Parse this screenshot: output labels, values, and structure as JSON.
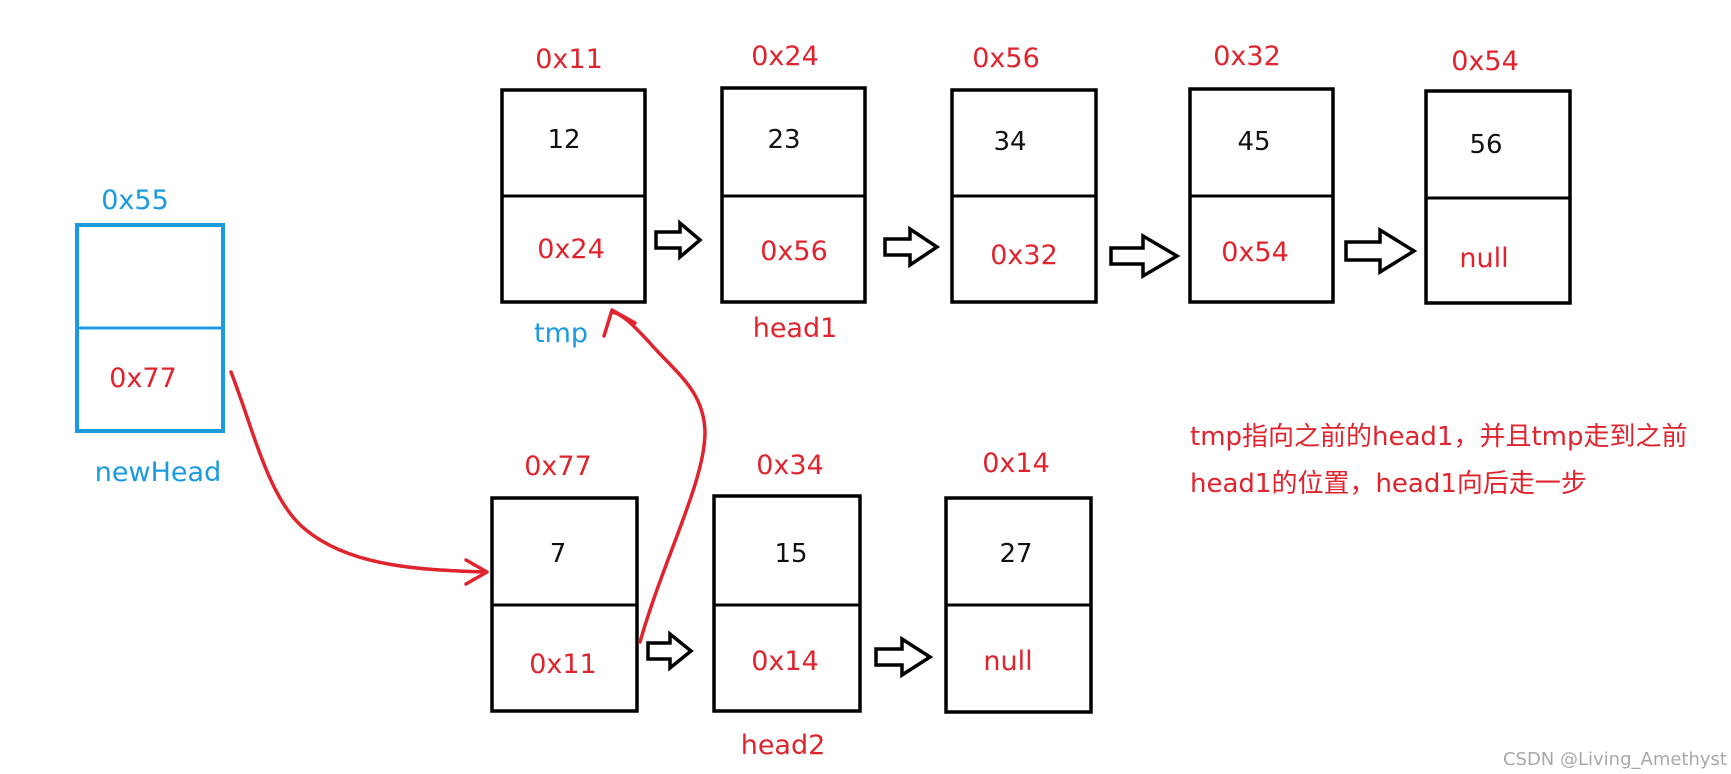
{
  "list1": {
    "nodes": [
      {
        "address": "0x11",
        "value": "12",
        "next": "0x24"
      },
      {
        "address": "0x24",
        "value": "23",
        "next": "0x56"
      },
      {
        "address": "0x56",
        "value": "34",
        "next": "0x32"
      },
      {
        "address": "0x32",
        "value": "45",
        "next": "0x54"
      },
      {
        "address": "0x54",
        "value": "56",
        "next": "null"
      }
    ],
    "tmp_label": "tmp",
    "head1_label": "head1"
  },
  "list2": {
    "nodes": [
      {
        "address": "0x77",
        "value": "7",
        "next": "0x11"
      },
      {
        "address": "0x34",
        "value": "15",
        "next": "0x14"
      },
      {
        "address": "0x14",
        "value": "27",
        "next": "null"
      }
    ],
    "head2_label": "head2"
  },
  "new_head": {
    "address": "0x55",
    "value": "",
    "next": "0x77",
    "label": "newHead"
  },
  "note": {
    "line1": "tmp指向之前的head1，并且tmp走到之前",
    "line2": "head1的位置，head1向后走一步"
  },
  "watermark": "CSDN @Living_Amethyst",
  "colors": {
    "red": "#e0242e",
    "blue": "#1a9be0",
    "black": "#000000"
  }
}
